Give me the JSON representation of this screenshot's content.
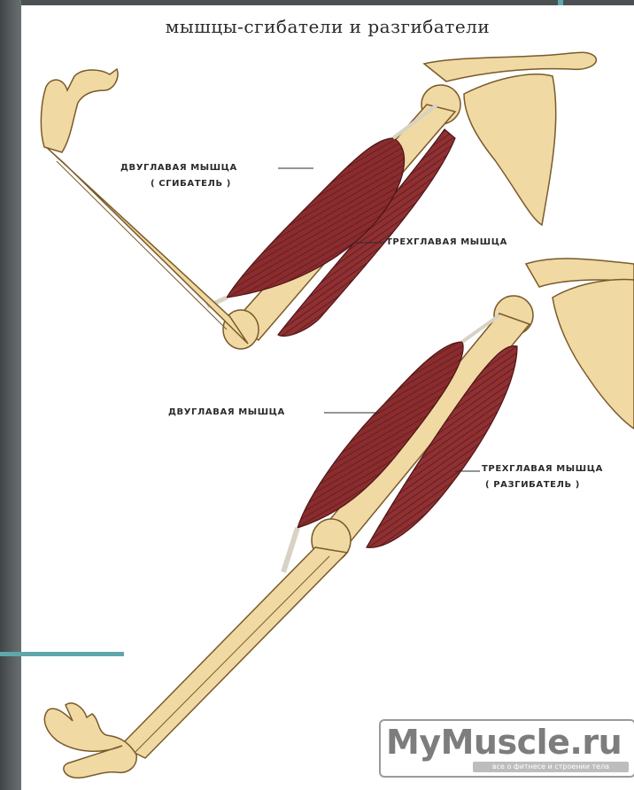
{
  "title": "мышцы-сгибатели и разгибатели",
  "upper_arm": {
    "biceps_label": "ДВУГЛАВАЯ МЫШЦА",
    "biceps_sub": "( СГИБАТЕЛЬ )",
    "triceps_label": "ТРЕХГЛАВАЯ МЫШЦА"
  },
  "lower_arm": {
    "biceps_label": "ДВУГЛАВАЯ МЫШЦА",
    "triceps_label": "ТРЕХГЛАВАЯ МЫШЦА",
    "triceps_sub": "( РАЗГИБАТЕЛЬ )"
  },
  "watermark": {
    "logo_text": "MyMuscle.ru",
    "tagline": "все о фитнесе и строении тела"
  },
  "colors": {
    "bone": "#f0d9a3",
    "bone_outline": "#7a5a2a",
    "muscle": "#8a2c2e",
    "muscle_dark": "#5e1a1c",
    "accent": "#5fa7ab"
  }
}
